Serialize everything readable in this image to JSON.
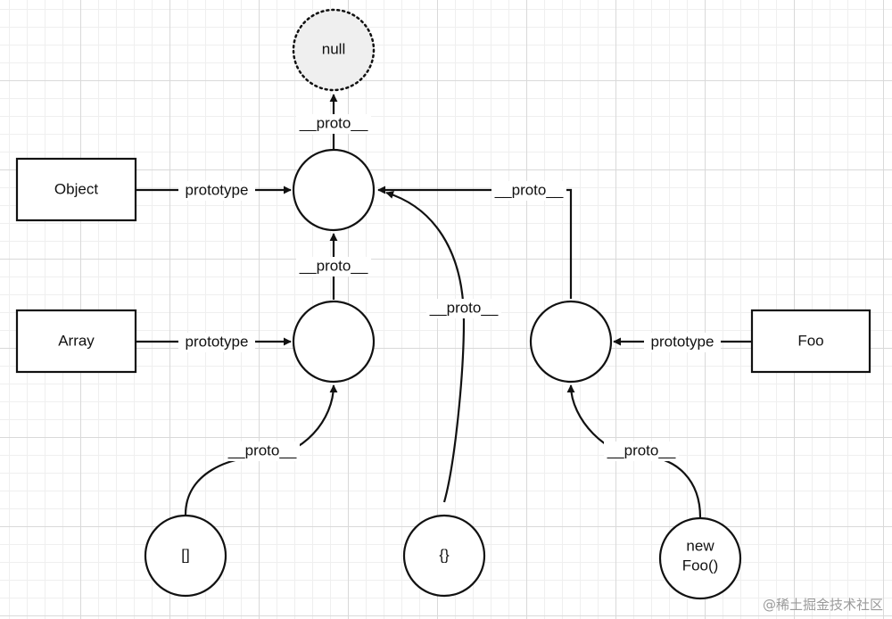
{
  "nodes": {
    "null": "null",
    "object_fn": "Object",
    "array_fn": "Array",
    "foo_fn": "Foo",
    "array_literal": "[]",
    "object_literal": "{}",
    "new_foo_line1": "new",
    "new_foo_line2": "Foo()"
  },
  "edges": {
    "object_proto_to_null": "__proto__",
    "object_prototype": "prototype",
    "array_proto_to_object_proto": "__proto__",
    "array_prototype": "prototype",
    "arr_literal_proto": "__proto__",
    "obj_literal_proto": "__proto__",
    "foo_proto_to_object_proto": "__proto__",
    "foo_prototype": "prototype",
    "new_foo_proto": "__proto__"
  },
  "watermark": "@稀土掘金技术社区"
}
